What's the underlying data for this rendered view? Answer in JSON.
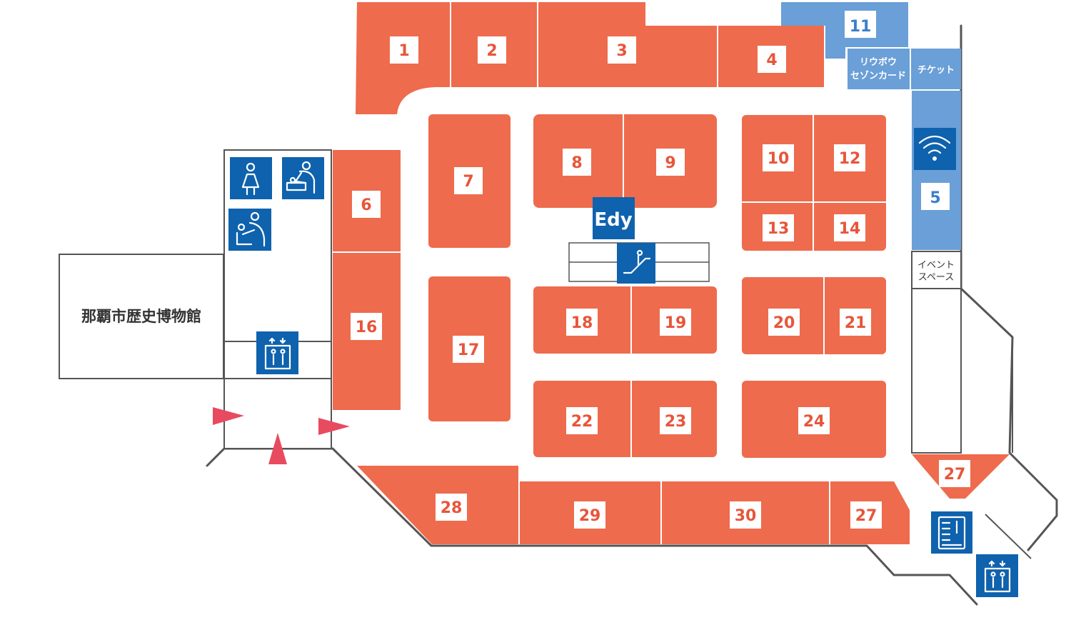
{
  "museum_label": "那覇市歴史博物館",
  "shops": [
    {
      "id": "shop-1",
      "label": "1"
    },
    {
      "id": "shop-2",
      "label": "2"
    },
    {
      "id": "shop-3",
      "label": "3"
    },
    {
      "id": "shop-4",
      "label": "4"
    },
    {
      "id": "shop-6",
      "label": "6"
    },
    {
      "id": "shop-7",
      "label": "7"
    },
    {
      "id": "shop-8",
      "label": "8"
    },
    {
      "id": "shop-9",
      "label": "9"
    },
    {
      "id": "shop-10",
      "label": "10"
    },
    {
      "id": "shop-12",
      "label": "12"
    },
    {
      "id": "shop-13",
      "label": "13"
    },
    {
      "id": "shop-14",
      "label": "14"
    },
    {
      "id": "shop-16",
      "label": "16"
    },
    {
      "id": "shop-17",
      "label": "17"
    },
    {
      "id": "shop-18",
      "label": "18"
    },
    {
      "id": "shop-19",
      "label": "19"
    },
    {
      "id": "shop-20",
      "label": "20"
    },
    {
      "id": "shop-21",
      "label": "21"
    },
    {
      "id": "shop-22",
      "label": "22"
    },
    {
      "id": "shop-23",
      "label": "23"
    },
    {
      "id": "shop-24",
      "label": "24"
    },
    {
      "id": "shop-27a",
      "label": "27"
    },
    {
      "id": "shop-27b",
      "label": "27"
    },
    {
      "id": "shop-28",
      "label": "28"
    },
    {
      "id": "shop-29",
      "label": "29"
    },
    {
      "id": "shop-30",
      "label": "30"
    }
  ],
  "blue_areas": {
    "shop_11": "11",
    "shop_5": "5",
    "ryubo_line1": "リウボウ",
    "ryubo_line2": "セゾンカード",
    "ticket": "チケット"
  },
  "event_space_line1": "イベント",
  "event_space_line2": "スペース",
  "edy_label": "Edy",
  "colors": {
    "shop": "#ee6b4d",
    "service_blue": "#6a9fd7",
    "icon_blue": "#0f62ad",
    "entrance_arrow": "#e84a5f",
    "shop_number": "#e8553a"
  },
  "icons": [
    "womens-restroom-icon",
    "baby-changing-icon",
    "nursing-room-icon",
    "elevator-icon",
    "escalator-icon",
    "wifi-icon",
    "vending-machine-icon"
  ]
}
